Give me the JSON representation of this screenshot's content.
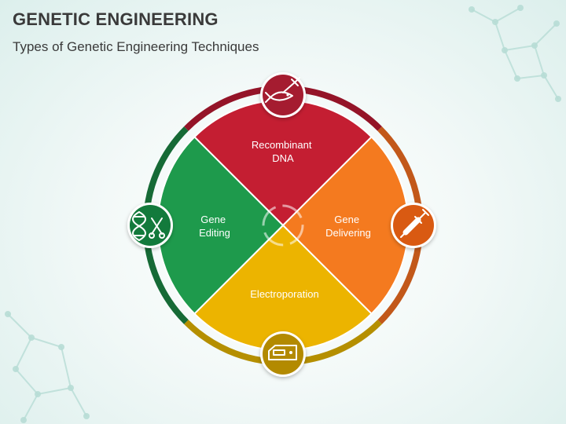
{
  "title": "GENETIC ENGINEERING",
  "subtitle": "Types of Genetic Engineering Techniques",
  "segments": [
    {
      "label_lines": [
        "Recombinant",
        "DNA"
      ],
      "icon": "fish-syringe-icon",
      "color": "#c41e32"
    },
    {
      "label_lines": [
        "Gene",
        "Delivering"
      ],
      "icon": "syringe-icon",
      "color": "#f47a1f"
    },
    {
      "label_lines": [
        "Electroporation"
      ],
      "icon": "electroporator-device-icon",
      "color": "#ecb400"
    },
    {
      "label_lines": [
        "Gene",
        "Editing"
      ],
      "icon": "dna-scissors-icon",
      "color": "#1e9a4c"
    }
  ]
}
